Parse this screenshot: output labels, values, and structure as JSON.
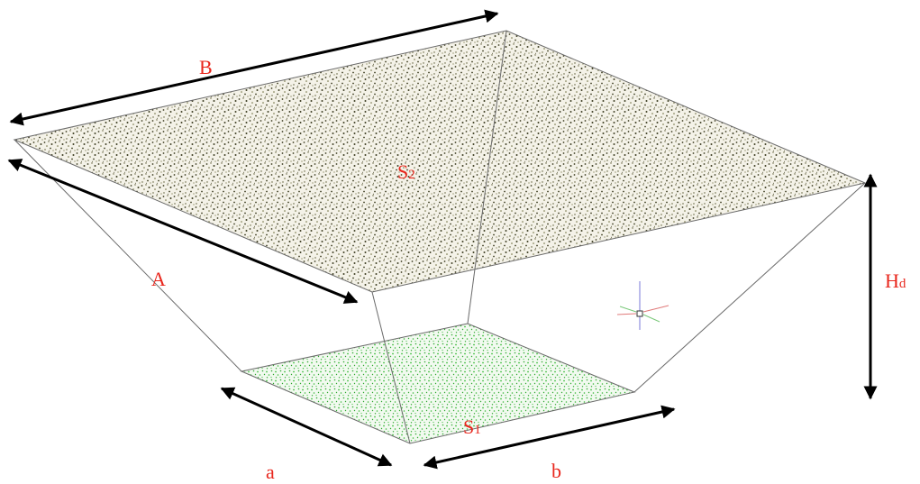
{
  "labels": {
    "top_length": "B",
    "top_width": "A",
    "top_area_letter": "S",
    "top_area_sub": "2",
    "height_letter": "H",
    "height_sub": "d",
    "bottom_area_letter": "S",
    "bottom_area_sub": "1",
    "bottom_width": "a",
    "bottom_length": "b"
  },
  "colors": {
    "top_surface_speckle": "#4a4a2a",
    "bottom_surface_speckle": "#3fb53f",
    "label_color": "#e8261c",
    "dimension_arrow": "#000000",
    "edge_line": "#6a6a6a"
  },
  "icons": {
    "axis_gizmo": "ucs-axis-icon"
  }
}
